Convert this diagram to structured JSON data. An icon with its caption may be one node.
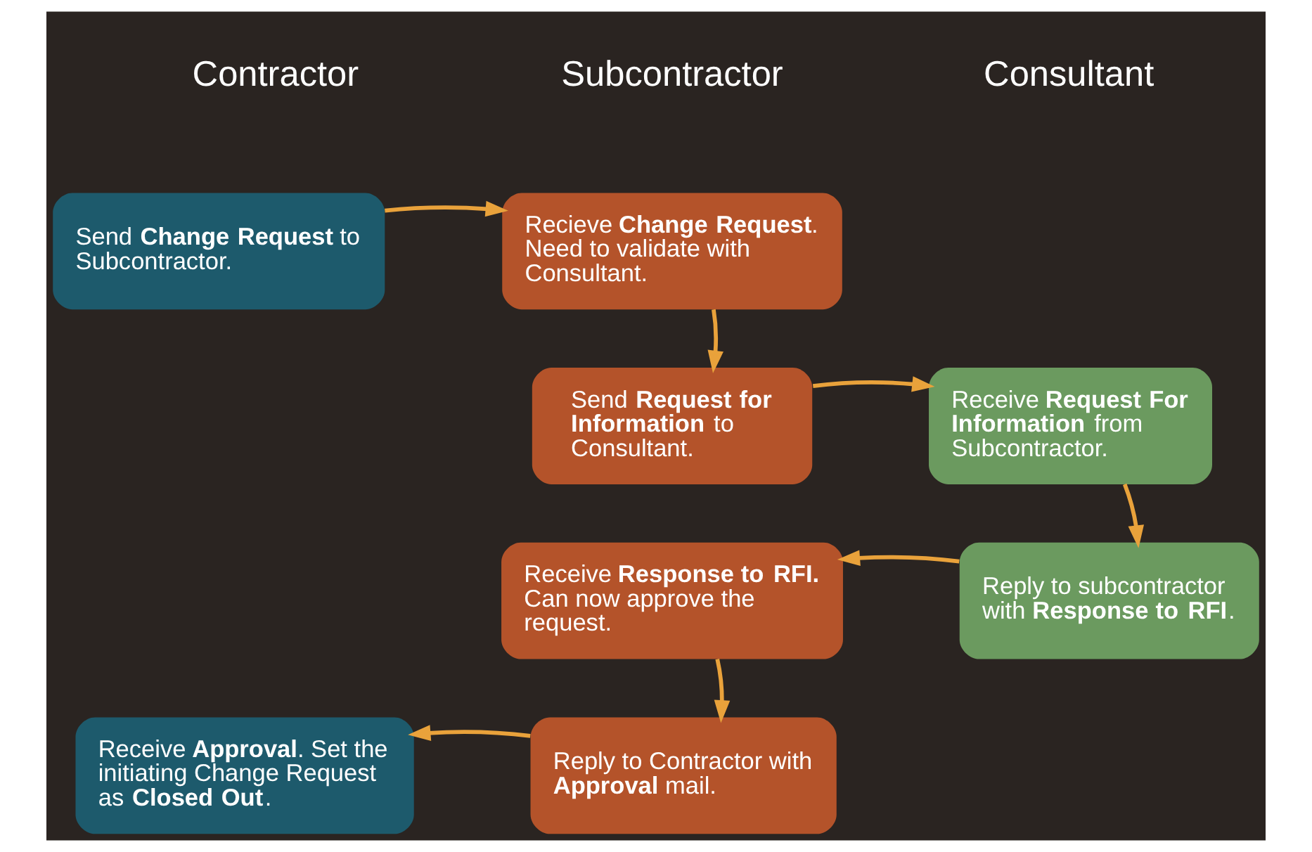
{
  "diagram": {
    "nodes": [
      {
        "text": [
          "Send **Change Request** to Subcontractor."
        ]
      },
      {
        "text": [
          "Recieve **Change Request**. Need to validate with Consultant."
        ]
      },
      {
        "text": [
          "Send **Request for Information** to Consultant."
        ]
      },
      {
        "text": [
          "Receive **Request For Information** from Subcontractor."
        ]
      },
      {
        "text": [
          "Reply to subcontractor with **Response to RFI**."
        ]
      },
      {
        "text": [
          "Receive **Response to RFI.** Can now approve the request."
        ]
      },
      {
        "text": [
          "Reply to Contractor with **Approval** mail."
        ]
      },
      {
        "text": [
          "Receive **Approval**. Set the initiating Change Request as **Closed Out**."
        ]
      }
    ],
    "edges": [
      {
        "from": 0,
        "to": 1,
        "arrow": "to"
      },
      {
        "from": 1,
        "to": 2,
        "arrow": "to"
      },
      {
        "from": 2,
        "to": 3,
        "arrow": "to"
      },
      {
        "from": 3,
        "to": 4,
        "arrow": "to"
      },
      {
        "from": 4,
        "to": 5,
        "arrow": "to"
      },
      {
        "from": 5,
        "to": 6,
        "arrow": "to"
      },
      {
        "from": 6,
        "to": 7,
        "arrow": "to"
      }
    ],
    "labels": [
      "Contractor",
      "Subcontractor",
      "Consultant"
    ]
  }
}
